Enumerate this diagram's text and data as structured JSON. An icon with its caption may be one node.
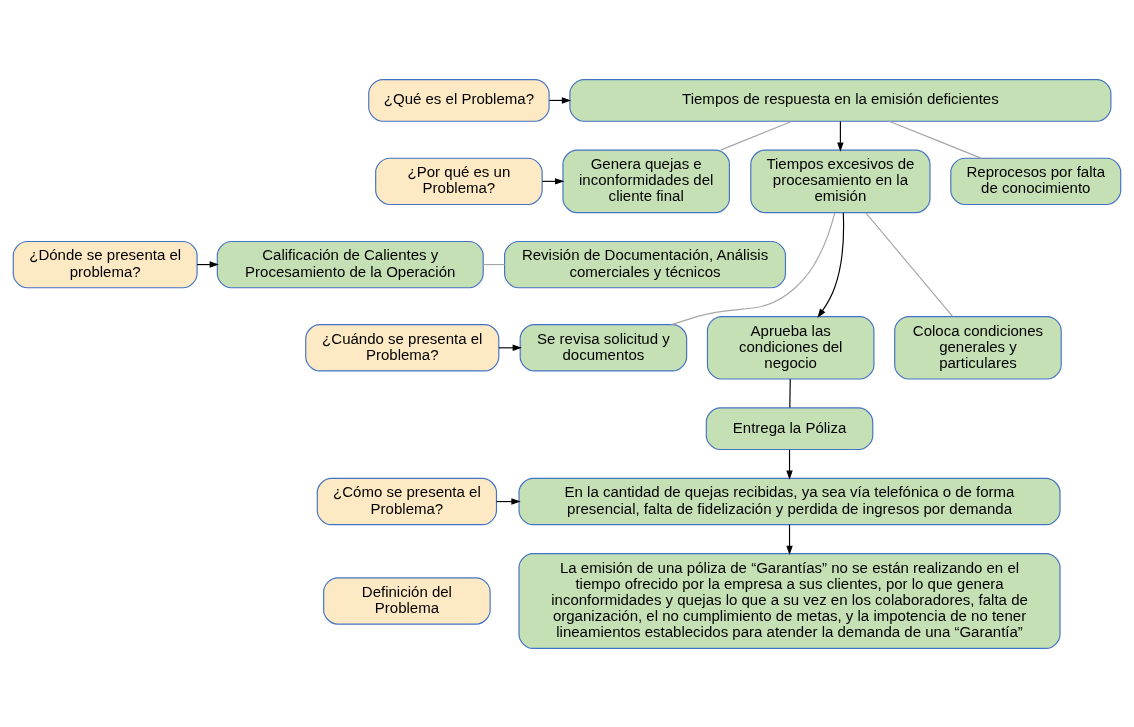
{
  "diagram": {
    "nodes": [
      {
        "text": [
          "¿Qué es el Problema?"
        ]
      },
      {
        "text": [
          "Tiempos de respuesta en la emisión deficientes"
        ]
      },
      {
        "text": [
          "¿Por qué es un Problema?"
        ]
      },
      {
        "text": [
          "Genera quejas e inconformidades del cliente final"
        ]
      },
      {
        "text": [
          "Tiempos excesivos de procesamiento en la emisión"
        ]
      },
      {
        "text": [
          "Reprocesos por falta de conocimiento"
        ]
      },
      {
        "text": [
          "¿Dónde se presenta el problema?"
        ]
      },
      {
        "text": [
          "Calificación de Calientes y Procesamiento de la Operación"
        ]
      },
      {
        "text": [
          "Revisión de Documentación, Análisis comerciales y técnicos"
        ]
      },
      {
        "text": [
          "¿Cuándo se presenta el Problema?"
        ]
      },
      {
        "text": [
          "Se revisa solicitud y documentos"
        ]
      },
      {
        "text": [
          "Aprueba las condiciones del negocio"
        ]
      },
      {
        "text": [
          "Coloca condiciones generales y particulares"
        ]
      },
      {
        "text": [
          "Entrega la Póliza"
        ]
      },
      {
        "text": [
          "¿Cómo se presenta el Problema?"
        ]
      },
      {
        "text": [
          "En la cantidad de quejas recibidas, ya sea vía telefónica o de forma presencial, falta de fidelización y perdida de ingresos por demanda"
        ]
      },
      {
        "text": [
          "Definición del Problema"
        ]
      },
      {
        "text": [
          "La emisión de una póliza de “Garantías” no se están realizando en el tiempo ofrecido por la empresa a sus clientes, por lo que genera inconformidades y quejas lo que a su vez en los colaboradores, falta de organización, el no cumplimiento de metas, y la impotencia de no tener lineamientos establecidos para atender la demanda de una “Garantía”"
        ]
      }
    ],
    "edges": [
      {
        "from": 0,
        "to": 1,
        "arrow": "to"
      },
      {
        "from": 1,
        "to": 3,
        "arrow": "none",
        "color": "#a6a6a6"
      },
      {
        "from": 1,
        "to": 4,
        "arrow": "to"
      },
      {
        "from": 1,
        "to": 5,
        "arrow": "none",
        "color": "#a6a6a6"
      },
      {
        "from": 2,
        "to": 3,
        "arrow": "to"
      },
      {
        "from": 6,
        "to": 7,
        "arrow": "to"
      },
      {
        "from": 7,
        "to": 8,
        "arrow": "none",
        "color": "#a6a6a6"
      },
      {
        "from": 4,
        "to": 11,
        "arrow": "to"
      },
      {
        "from": 4,
        "to": 10,
        "arrow": "none",
        "color": "#a6a6a6"
      },
      {
        "from": 4,
        "to": 12,
        "arrow": "none",
        "color": "#a6a6a6"
      },
      {
        "from": 9,
        "to": 10,
        "arrow": "to"
      },
      {
        "from": 11,
        "to": 13,
        "arrow": "none"
      },
      {
        "from": 13,
        "to": 15,
        "arrow": "to"
      },
      {
        "from": 14,
        "to": 15,
        "arrow": "to"
      },
      {
        "from": 15,
        "to": 17,
        "arrow": "to"
      }
    ]
  }
}
